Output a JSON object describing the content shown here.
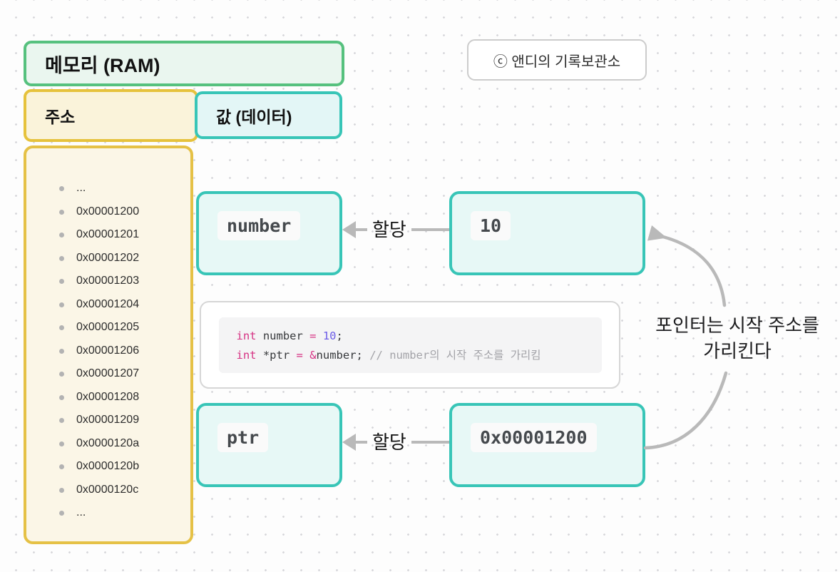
{
  "badge": {
    "label": "ⓒ 앤디의 기록보관소"
  },
  "memory": {
    "title": "메모리 (RAM)",
    "address_header": "주소",
    "value_header": "값 (데이터)",
    "addresses": [
      "...",
      "0x00001200",
      "0x00001201",
      "0x00001202",
      "0x00001203",
      "0x00001204",
      "0x00001205",
      "0x00001206",
      "0x00001207",
      "0x00001208",
      "0x00001209",
      "0x0000120a",
      "0x0000120b",
      "0x0000120c",
      "..."
    ]
  },
  "cells": {
    "number_name": "number",
    "number_value": "10",
    "ptr_name": "ptr",
    "ptr_value": "0x00001200"
  },
  "arrows": {
    "assign_top_label": "할당",
    "assign_bottom_label": "할당"
  },
  "code": {
    "lines": [
      [
        {
          "t": "int",
          "c": "kw"
        },
        {
          "t": " number ",
          "c": "pl"
        },
        {
          "t": "=",
          "c": "kw"
        },
        {
          "t": " ",
          "c": "pl"
        },
        {
          "t": "10",
          "c": "num"
        },
        {
          "t": ";",
          "c": "pl"
        }
      ],
      [
        {
          "t": "int",
          "c": "kw"
        },
        {
          "t": " *ptr ",
          "c": "pl"
        },
        {
          "t": "=",
          "c": "kw"
        },
        {
          "t": " ",
          "c": "pl"
        },
        {
          "t": "&",
          "c": "kw"
        },
        {
          "t": "number",
          "c": "pl"
        },
        {
          "t": "; ",
          "c": "pl"
        },
        {
          "t": "// number의 시작 주소를 가리킴",
          "c": "cm"
        }
      ]
    ]
  },
  "annotation": {
    "line1": "포인터는 시작 주소를",
    "line2": "가리킨다"
  },
  "colors": {
    "green_border": "#56c17e",
    "green_fill": "#eaf6ef",
    "gold_border": "#e5c146",
    "cream_fill": "#fbf6e7",
    "teal_border": "#38c5b7",
    "teal_fill": "#e7f8f6",
    "arrow_gray": "#b9b9b9",
    "code_keyword_pink": "#d63384",
    "code_number_purple": "#6c5ce7",
    "code_comment_gray": "#a3a3a8"
  }
}
